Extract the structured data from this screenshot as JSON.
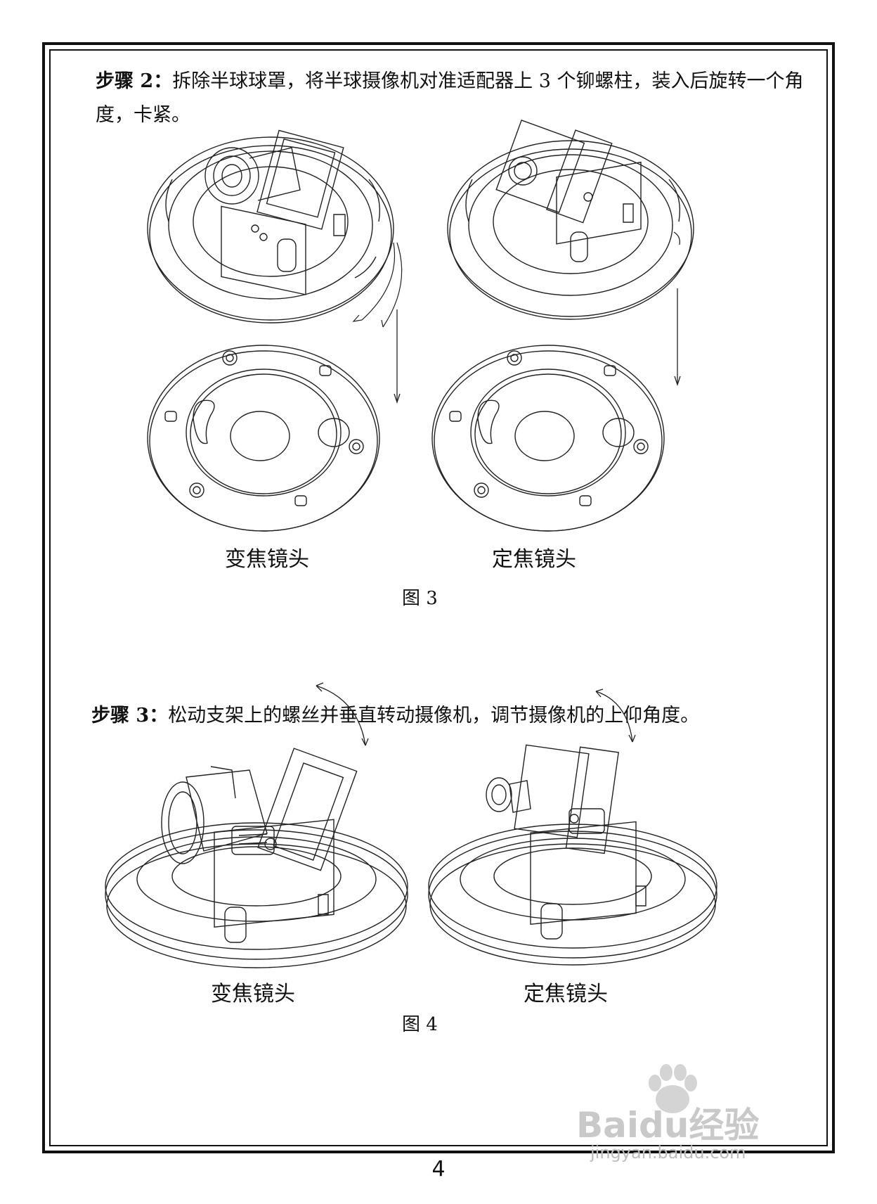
{
  "step2": {
    "label": "步骤 2",
    "colon": "：",
    "text": "拆除半球球罩，将半球摄像机对准适配器上 3 个铆螺柱，装入后旋转一个角度，卡紧。"
  },
  "figure3": {
    "caption_left": "变焦镜头",
    "caption_right": "定焦镜头",
    "label": "图 3"
  },
  "step3": {
    "label": "步骤 3",
    "colon": "：",
    "text": "松动支架上的螺丝并垂直转动摄像机，调节摄像机的上仰角度。"
  },
  "figure4": {
    "caption_left": "变焦镜头",
    "caption_right": "定焦镜头",
    "label": "图 4"
  },
  "page_number": "4",
  "watermark": {
    "brand": "Baidu经验",
    "url": "jingyan.baidu.com"
  }
}
